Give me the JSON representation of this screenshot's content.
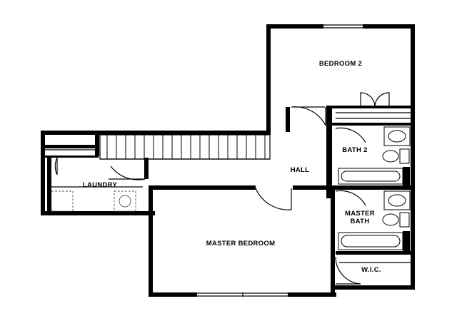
{
  "rooms": {
    "bedroom2": "BEDROOM 2",
    "hall": "HALL",
    "bath2": "BATH 2",
    "laundry": "LAUNDRY",
    "master_bath_line1": "MASTER",
    "master_bath_line2": "BATH",
    "master_bedroom": "MASTER BEDROOM",
    "wic": "W.I.C."
  },
  "colors": {
    "wall": "#000000",
    "background": "#ffffff",
    "detail": "#777777"
  }
}
